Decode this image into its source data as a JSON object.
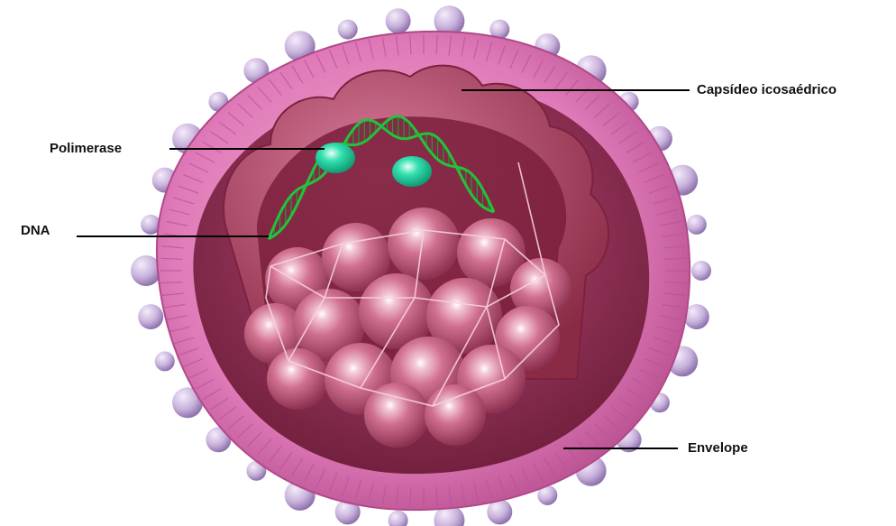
{
  "labels": {
    "capsid": "Capsídeo icosaédrico",
    "polymerase": "Polimerase",
    "dna": "DNA",
    "envelope": "Envelope"
  },
  "colors": {
    "background": "#ffffff",
    "envelope_membrane": "#e07ab8",
    "envelope_spikes": "#c9b3dc",
    "capsid": "#c2567a",
    "capsid_interior": "#8a2a45",
    "dna_helix": "#22c33a",
    "polymerase": "#33e0b0",
    "leader_lines": "#000000"
  },
  "icons": {
    "virion": "virus-cross-section-illustration"
  }
}
